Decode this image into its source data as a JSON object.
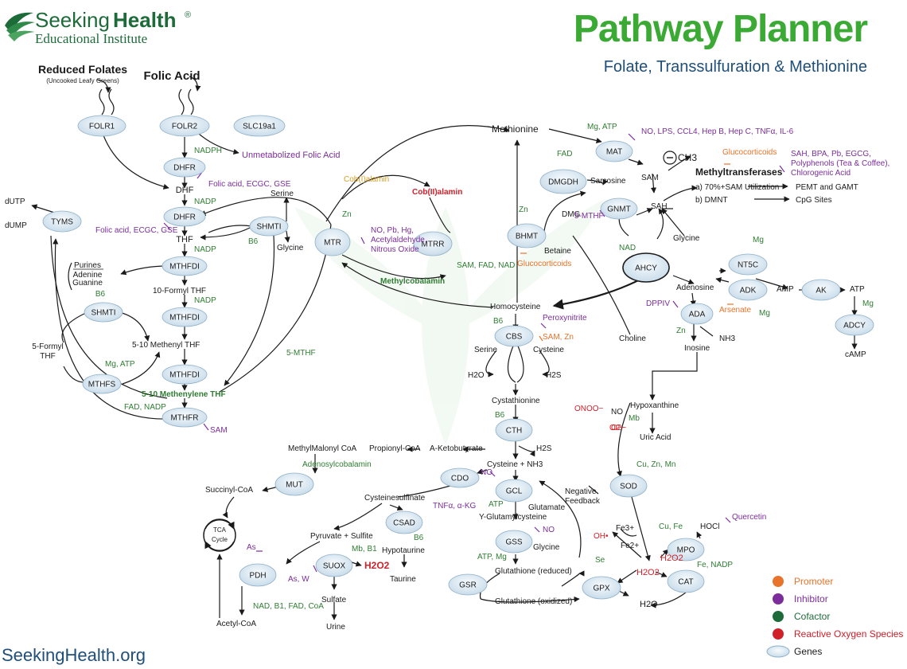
{
  "header": {
    "brand_seeking": "Seeking",
    "brand_health": "Health",
    "brand_reg": "®",
    "brand_sub": "Educational Institute",
    "title": "Pathway Planner",
    "subtitle": "Folate, Transsulfuration & Methionine",
    "footer_url": "SeekingHealth.org"
  },
  "colors": {
    "green": "#2e7d32",
    "purple": "#7b2d9b",
    "orange": "#e8732a",
    "red": "#d0202a",
    "gold": "#d9a02a",
    "title_green": "#3aaa35",
    "title_blue": "#1f4e79"
  },
  "legend": [
    {
      "label": "Promoter",
      "color": "#e8732a"
    },
    {
      "label": "Inhibitor",
      "color": "#7b2d9b"
    },
    {
      "label": "Cofactor",
      "color": "#1e6b3a"
    },
    {
      "label": "Reactive Oxygen Species",
      "color": "#d0202a"
    },
    {
      "label": "Genes",
      "color": "#dce9f3"
    }
  ],
  "genes": [
    "FOLR1",
    "FOLR2",
    "SLC19a1",
    "DHFR",
    "DHFR",
    "MTHFDI",
    "MTHFDI",
    "MTHFDI",
    "SHMTI",
    "SHMTI",
    "MTHFS",
    "MTHFR",
    "TYMS",
    "MTR",
    "MTRR",
    "BHMT",
    "DMGDH",
    "GNMT",
    "MAT",
    "AHCY",
    "NT5C",
    "ADK",
    "AK",
    "ADA",
    "ADCY",
    "CBS",
    "CTH",
    "CDO",
    "GCL",
    "CSAD",
    "GSS",
    "GSR",
    "GPX",
    "MUT",
    "PDH",
    "SUOX",
    "SOD",
    "MPO",
    "CAT"
  ],
  "labels": [
    "Reduced Folates",
    "(Uncooked Leafy Greens)",
    "Folic Acid",
    "Unmetabolized Folic Acid",
    "NADPH",
    "Folic acid, ECGC, GSE",
    "DHF",
    "NADP",
    "Folic acid, ECGC, GSE",
    "THF",
    "NADP",
    "Purines",
    "Adenine",
    "Guanine",
    "10-Formyl THF",
    "NADP",
    "B6",
    "5-Formyl",
    "THF",
    "5-10 Methenyl THF",
    "Mg, ATP",
    "5-10 Methenylene THF",
    "FAD, NADP",
    "SAM",
    "dUTP",
    "dUMP",
    "Serine",
    "Glycine",
    "B6",
    "5-MTHF",
    "Cob(I)alamin",
    "Cob(II)alamin",
    "Zn",
    "NO, Pb, Hg,",
    "Acetylaldehyde,",
    "Nitrous Oxide",
    "SAM, FAD, NAD",
    "Methylcobalamin",
    "Methionine",
    "Zn",
    "Betaine",
    "Glucocorticoids",
    "FAD",
    "Sarcosine",
    "DMG",
    "5-MTHF",
    "Glycine",
    "Mg, ATP",
    "NO, LPS, CCL4, Hep B, Hep C, TNFα, IL-6",
    "SAM",
    "CH3",
    "Glucocorticoids",
    "Methyltransferases",
    "SAH, BPA, Pb, EGCG,",
    "Polyphenols (Tea & Coffee),",
    "Chlorogenic Acid",
    "a) 70%+SAM Utilization",
    "PEMT and GAMT",
    "b) DMNT",
    "CpG Sites",
    "SAH",
    "NAD",
    "Adenosine",
    "AMP",
    "ATP",
    "Mg",
    "Mg",
    "Mg",
    "DPPIV",
    "Arsenate",
    "Zn",
    "Inosine",
    "NH3",
    "cAMP",
    "Homocysteine",
    "B6",
    "Peroxynitrite",
    "SAM, Zn",
    "Serine",
    "Cysteine",
    "H2O",
    "H2S",
    "Choline",
    "Cystathionine",
    "B6",
    "H2S",
    "Hypoxanthine",
    "ONOO−",
    "NO",
    "O2−",
    "Mb",
    "Uric Acid",
    "MethylMalonyl CoA",
    "Propionyl-CoA",
    "A-Ketobutyrate",
    "Adenosylcobalamin",
    "Succinyl-CoA",
    "TCA",
    "Cycle",
    "Cysteine + NH3",
    "NO",
    "Cysteinesulfinate",
    "Negative",
    "Feedback",
    "ATP",
    "Glutamate",
    "TNFα, α-KG",
    "Y-Glutamylcysteine",
    "Pyruvate + Sulfite",
    "Mb, B1",
    "H2O2",
    "Hypotaurine",
    "B6",
    "Taurine",
    "NO",
    "Glycine",
    "ATP, Mg",
    "Cu, Zn, Mn",
    "As",
    "As, W",
    "Sulfate",
    "Urine",
    "NAD, B1, FAD, CoA",
    "Acetyl-CoA",
    "Glutathione (reduced)",
    "Glutathione (oxidized)",
    "Se",
    "Cu, Fe",
    "HOCl",
    "Quercetin",
    "OH•",
    "Fe3+",
    "Fe2+",
    "Fe, NADP",
    "H2O2",
    "H2O",
    "H2O2",
    "O2−"
  ]
}
